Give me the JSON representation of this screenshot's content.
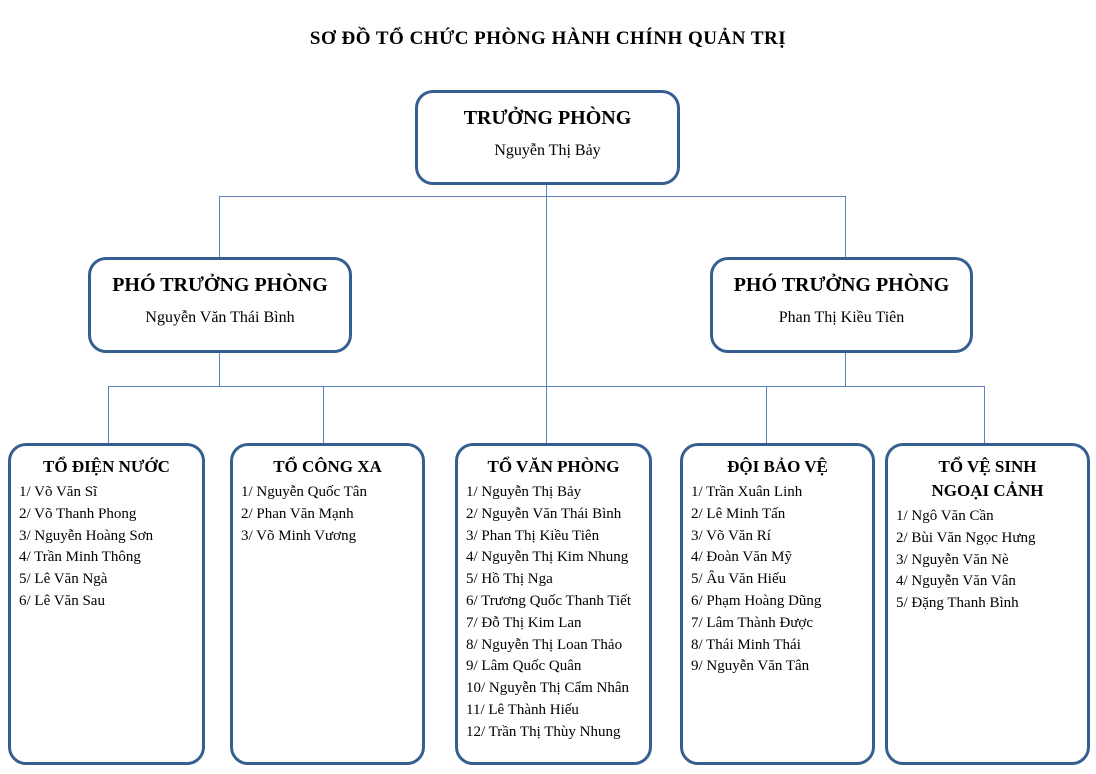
{
  "title": "SƠ ĐỒ TỔ CHỨC PHÒNG HÀNH CHÍNH QUẢN TRỊ",
  "colors": {
    "box_border": "#365f91",
    "connector_line": "#5b84bd",
    "text": "#000000",
    "background": "#ffffff"
  },
  "chief": {
    "title": "TRƯỞNG PHÒNG",
    "name": "Nguyễn Thị Bảy"
  },
  "deputies": [
    {
      "title": "PHÓ TRƯỞNG PHÒNG",
      "name": "Nguyễn Văn Thái Bình"
    },
    {
      "title": "PHÓ TRƯỞNG PHÒNG",
      "name": "Phan Thị Kiều Tiên"
    }
  ],
  "units": [
    {
      "title": "TỔ ĐIỆN NƯỚC",
      "members": [
        "1/ Võ Văn Sĩ",
        "2/ Võ Thanh Phong",
        "3/ Nguyễn Hoàng Sơn",
        "4/ Trần Minh Thông",
        "5/ Lê Văn Ngà",
        "6/ Lê Văn Sau"
      ]
    },
    {
      "title": "TỔ CÔNG XA",
      "members": [
        "1/ Nguyễn Quốc Tân",
        "2/ Phan Văn Mạnh",
        "3/ Võ Minh Vương"
      ]
    },
    {
      "title": "TỔ VĂN PHÒNG",
      "members": [
        "1/ Nguyễn Thị Bảy",
        "2/ Nguyễn Văn Thái Bình",
        "3/ Phan Thị Kiều Tiên",
        "4/ Nguyễn Thị Kim Nhung",
        "5/ Hồ Thị Nga",
        "6/ Trương Quốc Thanh Tiết",
        "7/ Đỗ Thị Kim Lan",
        "8/ Nguyễn Thị Loan Thảo",
        "9/ Lâm Quốc Quân",
        "10/ Nguyễn Thị Cẩm Nhân",
        "11/ Lê Thành Hiếu",
        "12/ Trần Thị Thùy Nhung"
      ]
    },
    {
      "title": "ĐỘI BẢO VỆ",
      "members": [
        "1/ Trần Xuân Linh",
        "2/ Lê Minh Tấn",
        "3/ Võ Văn Rí",
        "4/ Đoàn Văn Mỹ",
        "5/ Âu Văn Hiếu",
        "6/ Phạm Hoàng Dũng",
        "7/ Lâm Thành Được",
        "8/ Thái Minh Thái",
        "9/ Nguyễn Văn Tân"
      ]
    },
    {
      "title": "TỔ VỆ SINH NGOẠI CẢNH",
      "members": [
        "1/ Ngô Văn Cần",
        "2/ Bùi Văn Ngọc Hưng",
        "3/ Nguyễn Văn Nè",
        "4/ Nguyễn Văn Vân",
        "5/ Đặng Thanh Bình"
      ]
    }
  ]
}
